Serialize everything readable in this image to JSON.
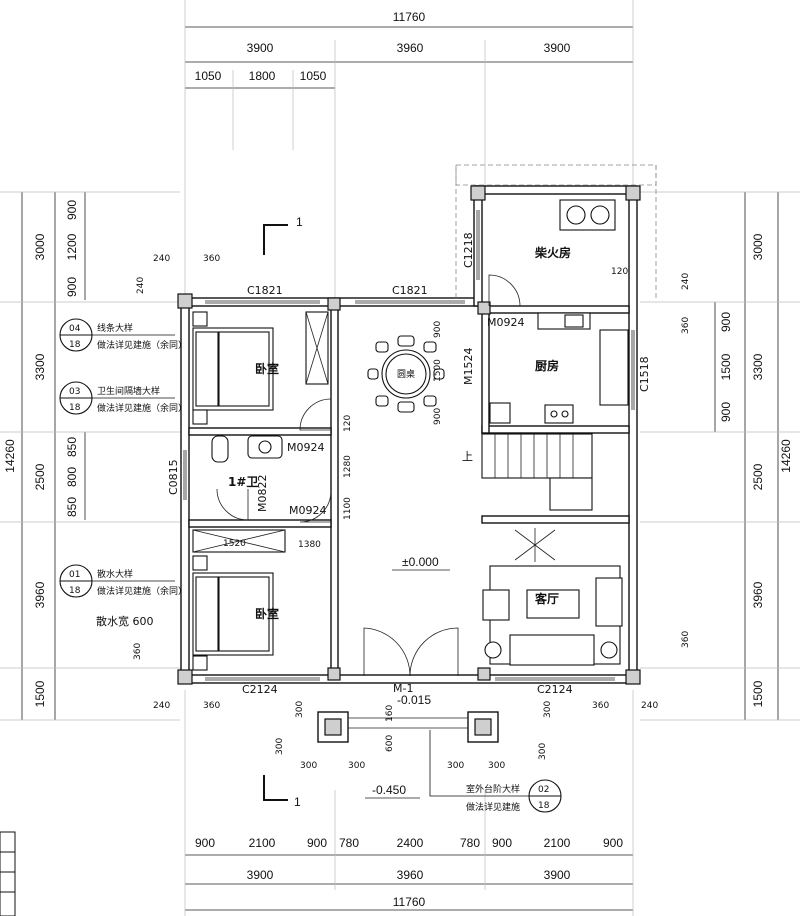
{
  "dims": {
    "top_total": "11760",
    "top_bays": [
      "3900",
      "3960",
      "3900"
    ],
    "top_sub": [
      "1050",
      "1800",
      "1050"
    ],
    "bottom_sub": [
      "900",
      "2100",
      "900",
      "780",
      "2400",
      "780",
      "900",
      "2100",
      "900"
    ],
    "bottom_bays": [
      "3900",
      "3960",
      "3900"
    ],
    "bottom_total": "11760",
    "left_total": "14260",
    "left_bays": [
      "3000",
      "3300",
      "2500",
      "3960",
      "1500"
    ],
    "left_sub_top": [
      "900",
      "1200",
      "900"
    ],
    "left_sub_mid": [
      "850",
      "800",
      "850"
    ],
    "right_total": "14260",
    "right_bays": [
      "3000",
      "3300",
      "2500",
      "3960",
      "1500"
    ],
    "right_sub": [
      "900",
      "1500",
      "900"
    ],
    "misc": {
      "d240_360_top": [
        "240",
        "360"
      ],
      "d240_left_a": "240",
      "d240_right_a": "240",
      "d360_right_a": "360",
      "d120_a": "120",
      "d120_b": "120",
      "d1280": "1280",
      "d1100": "1100",
      "d1380": "1380",
      "d1520": "1520",
      "d1500": "1500",
      "d900_a": "900",
      "d900_b": "900",
      "d360_left": "360",
      "d360_right_b": "360",
      "d240_bottom_left": [
        "240",
        "360"
      ],
      "d240_bottom_right": [
        "360",
        "240"
      ],
      "d300_row": [
        "300",
        "300",
        "300",
        "300"
      ],
      "d300_left": "300",
      "d300_right": "300",
      "d600": "600",
      "d160": "160",
      "d300_v_left": "300",
      "d300_v_right": "300"
    }
  },
  "openings": {
    "c1821_left": "C1821",
    "c1821_mid": "C1821",
    "c1218": "C1218",
    "m0924_kitchen": "M0924",
    "m1524": "M1524",
    "c1518": "C1518",
    "m0924_bath_top": "M0924",
    "m0924_bath_bot": "M0924",
    "c0815": "C0815",
    "m0822": "M0822",
    "c2124_left": "C2124",
    "c2124_right": "C2124",
    "m1": "M-1"
  },
  "rooms": {
    "bedroom_top": "卧室",
    "bedroom_bottom": "卧室",
    "bath": "1#卫",
    "firewood": "柴火房",
    "kitchen": "厨房",
    "living": "客厅",
    "table": "圆桌"
  },
  "levels": {
    "indoor": "±0.000",
    "porch": "-0.015",
    "outdoor": "-0.450"
  },
  "stairs_up": "上",
  "section_marks": [
    "1",
    "1"
  ],
  "details": {
    "d04": {
      "num": "04",
      "sheet": "18",
      "line1": "线条大样",
      "line2": "做法详见建施（余同）"
    },
    "d03": {
      "num": "03",
      "sheet": "18",
      "line1": "卫生间隔墙大样",
      "line2": "做法详见建施（余同）"
    },
    "d01": {
      "num": "01",
      "sheet": "18",
      "line1": "散水大样",
      "line2": "做法详见建施（余同）",
      "line3": "散水宽 600"
    },
    "d02": {
      "num": "02",
      "sheet": "18",
      "line1": "室外台阶大样",
      "line2": "做法详见建施"
    }
  },
  "colors": {
    "line": "#111111",
    "wall_fill": "#cfcfcf",
    "grid": "#bbbbbb",
    "paper": "#ffffff"
  }
}
